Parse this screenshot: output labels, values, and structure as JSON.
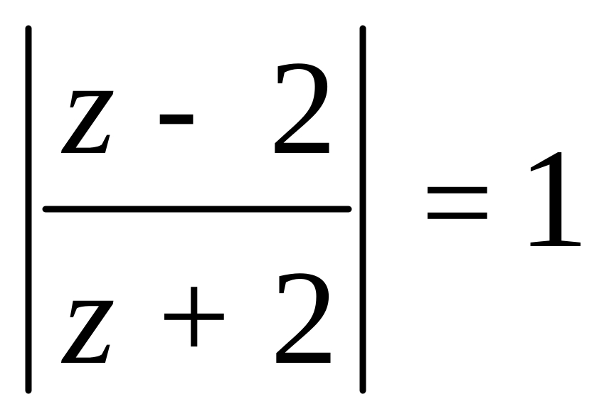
{
  "equation": {
    "numerator": {
      "variable": "z",
      "operator": "-",
      "constant": "2"
    },
    "denominator": {
      "variable": "z",
      "operator": "+",
      "constant": "2"
    },
    "equals": "=",
    "right_hand_side": "1"
  },
  "colors": {
    "ink": "#000000",
    "background": "#ffffff"
  }
}
